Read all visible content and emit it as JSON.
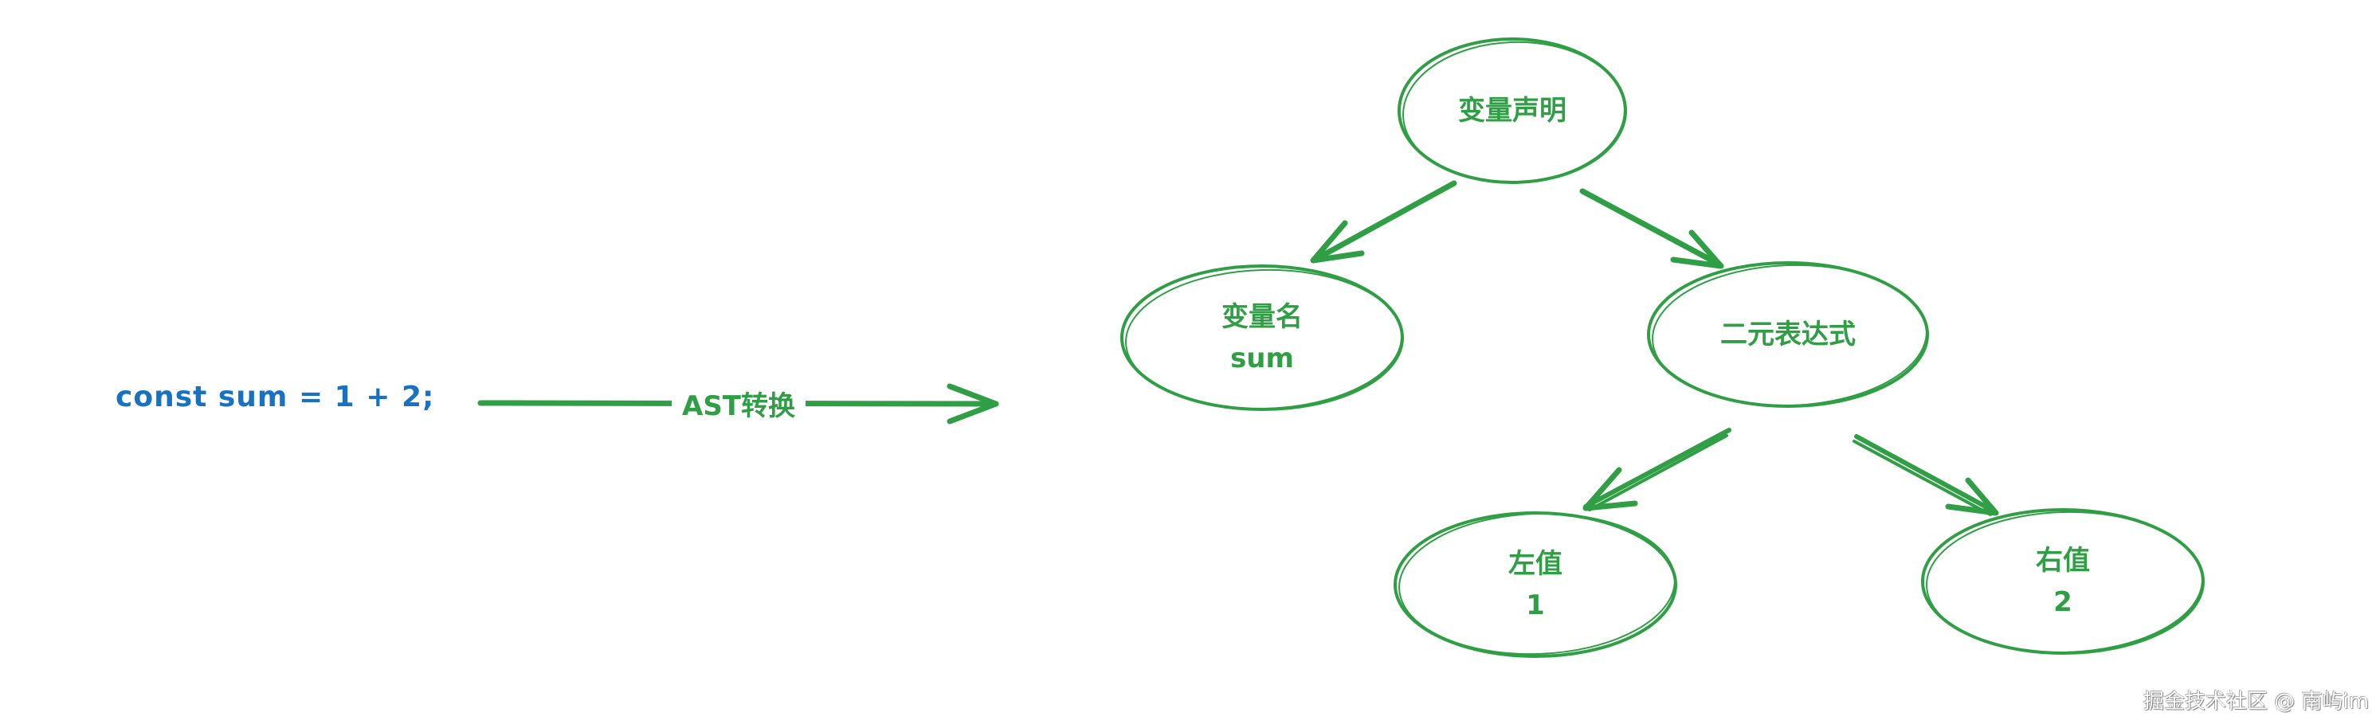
{
  "colors": {
    "code": "#1971c2",
    "diagram": "#2f9e44",
    "background": "#ffffff",
    "watermark": "#ffffff"
  },
  "source_code": "const sum = 1 + 2;",
  "transform": {
    "label": "AST转换",
    "arrow": "right-arrow"
  },
  "tree": {
    "root": {
      "label": "变量声明"
    },
    "left": {
      "label": "变量名",
      "value": "sum"
    },
    "right": {
      "label": "二元表达式"
    },
    "right_left": {
      "label": "左值",
      "value": "1"
    },
    "right_right": {
      "label": "右值",
      "value": "2"
    }
  },
  "edges": [
    {
      "from": "变量声明",
      "to": "变量名"
    },
    {
      "from": "变量声明",
      "to": "二元表达式"
    },
    {
      "from": "二元表达式",
      "to": "左值"
    },
    {
      "from": "二元表达式",
      "to": "右值"
    }
  ],
  "watermark": "掘金技术社区 @ 南屿im"
}
